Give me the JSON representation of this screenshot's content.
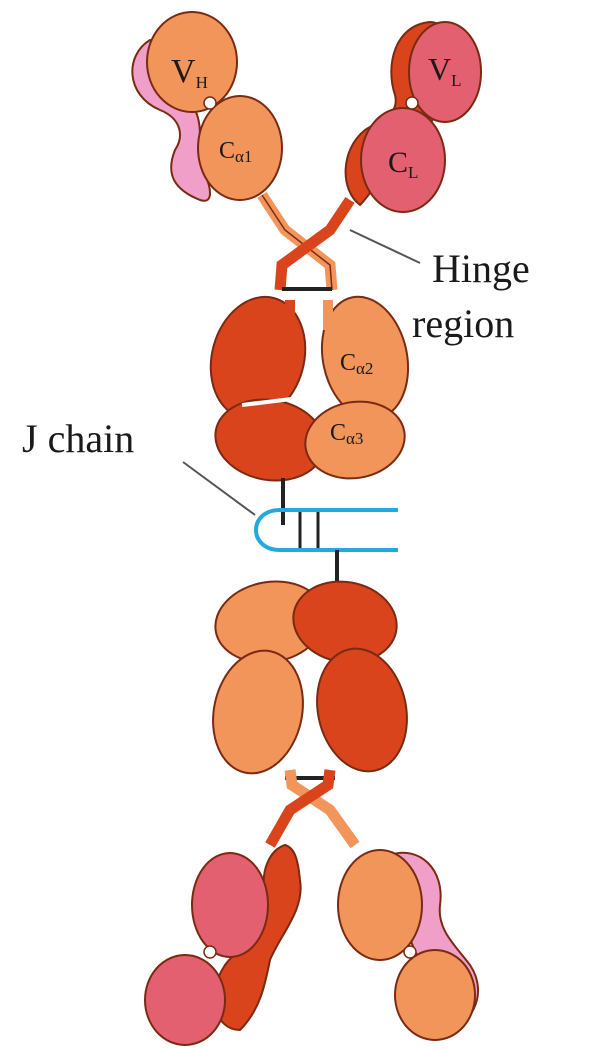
{
  "labels": {
    "vh_main": "V",
    "vh_sub": "H",
    "vl_main": "V",
    "vl_sub": "L",
    "cl_main": "C",
    "cl_sub": "L",
    "ca1_main": "C",
    "ca1_sub": "α1",
    "ca2_main": "C",
    "ca2_sub": "α2",
    "ca3_main": "C",
    "ca3_sub": "α3",
    "hinge_line1": "Hinge",
    "hinge_line2": "region",
    "j_chain": "J chain"
  },
  "colors": {
    "heavy_light": "#f2955a",
    "heavy_dark": "#d9441d",
    "light_chain": "#e36070",
    "light_pink": "#f0a0c8",
    "outline": "#7a2a12",
    "j_chain": "#22aadd",
    "bond": "#222222"
  }
}
